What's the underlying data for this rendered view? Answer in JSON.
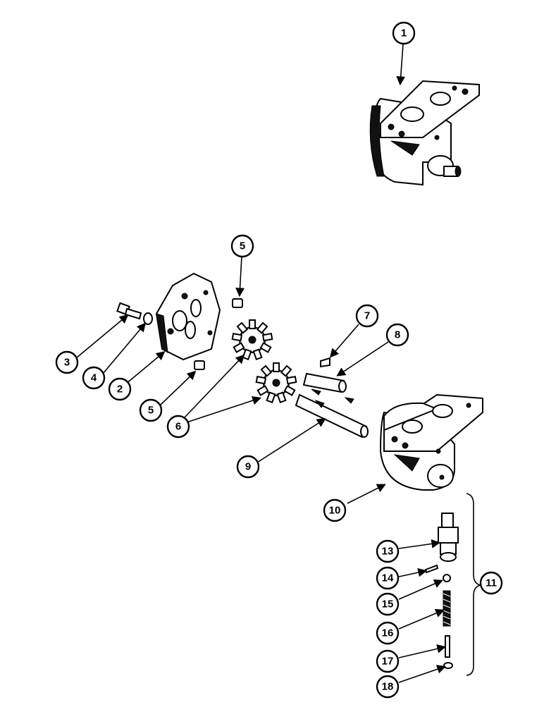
{
  "callouts": {
    "c1": "1",
    "c2": "2",
    "c3": "3",
    "c4": "4",
    "c5a": "5",
    "c5b": "5",
    "c6": "6",
    "c7": "7",
    "c8": "8",
    "c9": "9",
    "c10": "10",
    "c11": "11",
    "c13": "13",
    "c14": "14",
    "c15": "15",
    "c16": "16",
    "c17": "17",
    "c18": "18"
  }
}
